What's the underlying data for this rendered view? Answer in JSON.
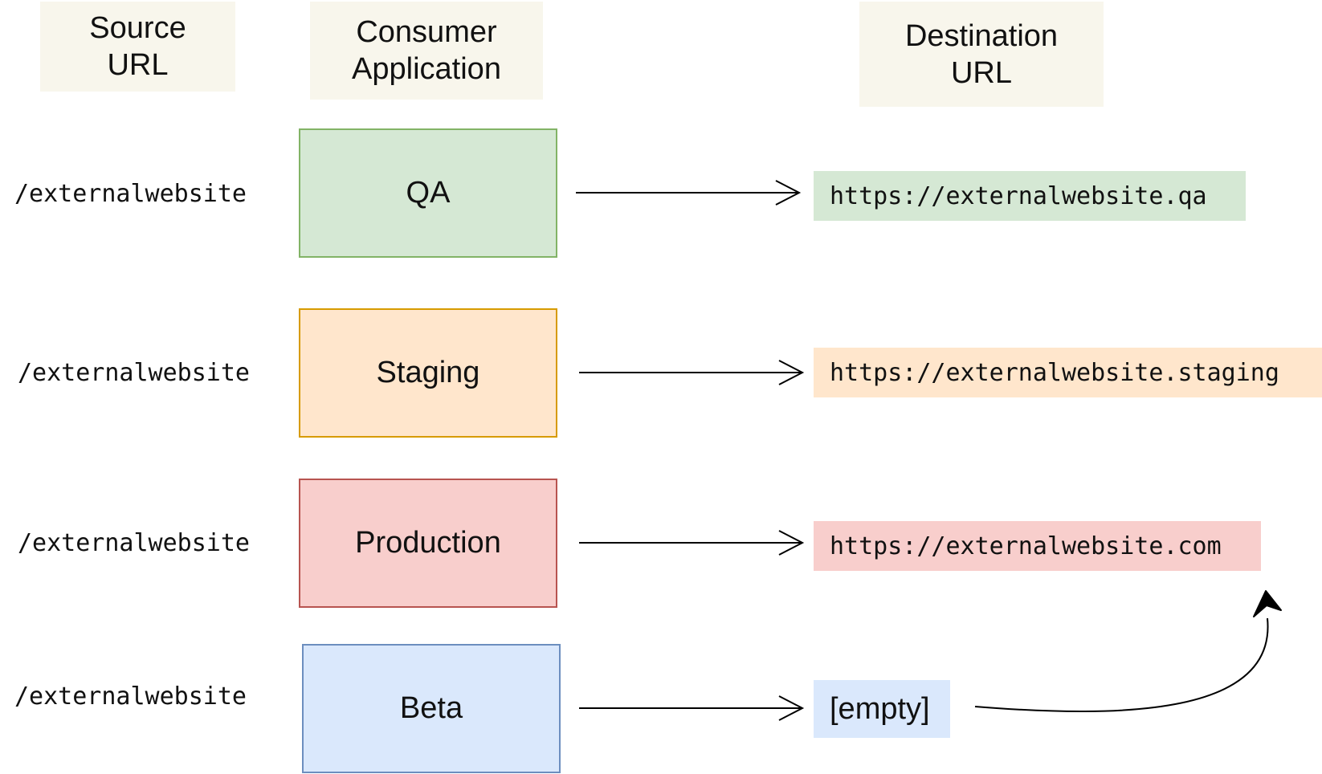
{
  "headers": {
    "source": "Source\nURL",
    "consumer": "Consumer\nApplication",
    "destination": "Destination\nURL"
  },
  "rows": [
    {
      "source": "/externalwebsite",
      "app": "QA",
      "destination": "https://externalwebsite.qa"
    },
    {
      "source": "/externalwebsite",
      "app": "Staging",
      "destination": "https://externalwebsite.staging"
    },
    {
      "source": "/externalwebsite",
      "app": "Production",
      "destination": "https://externalwebsite.com"
    },
    {
      "source": "/externalwebsite",
      "app": "Beta",
      "destination": "[empty]"
    }
  ],
  "colors": {
    "header_bg": "#f8f6ec",
    "qa_fill": "#d5e8d4",
    "qa_border": "#82b366",
    "staging_fill": "#ffe6cc",
    "staging_border": "#d79b00",
    "production_fill": "#f8cecc",
    "production_border": "#b85450",
    "beta_fill": "#dae8fc",
    "beta_border": "#6c8ebf"
  }
}
